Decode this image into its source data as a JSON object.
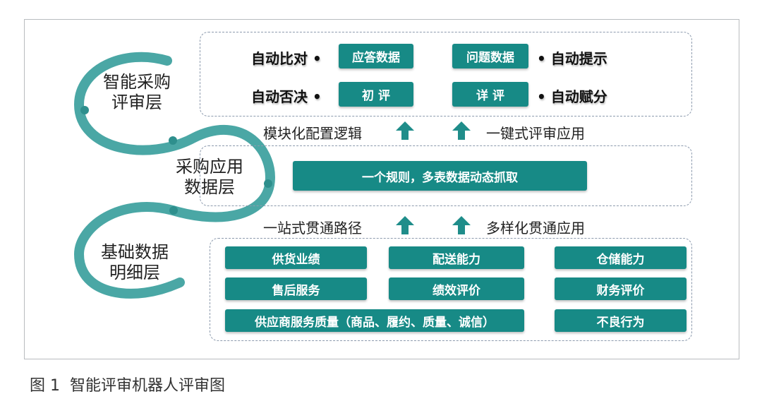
{
  "layers": [
    {
      "label_line1": "智能采购",
      "label_line2": "评审层"
    },
    {
      "label_line1": "采购应用",
      "label_line2": "数据层"
    },
    {
      "label_line1": "基础数据",
      "label_line2": "明细层"
    }
  ],
  "top_layer": {
    "left_features": [
      "自动比对 •",
      "自动否决 •"
    ],
    "right_features": [
      "• 自动提示",
      "• 自动赋分"
    ],
    "boxes": [
      "应答数据",
      "问题数据",
      "初 评",
      "详 评"
    ]
  },
  "connector_upper": {
    "left": "模块化配置逻辑",
    "right": "一键式评审应用"
  },
  "middle_layer": {
    "box": "一个规则，多表数据动态抓取"
  },
  "connector_lower": {
    "left": "一站式贯通路径",
    "right": "多样化贯通应用"
  },
  "bottom_layer": {
    "boxes": [
      "供货业绩",
      "配送能力",
      "仓储能力",
      "售后服务",
      "绩效评价",
      "财务评价",
      "供应商服务质量（商品、履约、质量、诚信）",
      "不良行为"
    ]
  },
  "caption": {
    "number": "图 1",
    "title": "智能评审机器人评审图"
  },
  "colors": {
    "teal": "#178a86",
    "spiral": "#4aa7a5",
    "arrow": "#1f8d8a",
    "dash": "#8c9aad"
  }
}
